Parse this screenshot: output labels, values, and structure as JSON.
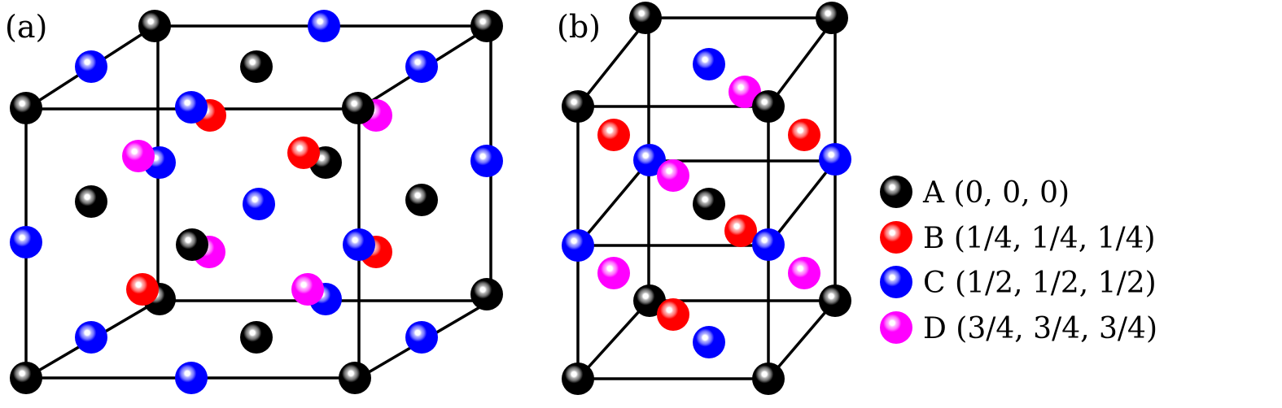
{
  "panels": [
    {
      "label": "(a)"
    },
    {
      "label": "(b)"
    }
  ],
  "legend": [
    {
      "text": "A (0, 0, 0)",
      "color": "#000000"
    },
    {
      "text": "B (1/4, 1/4, 1/4)",
      "color": "#ff0000"
    },
    {
      "text": "C (1/2, 1/2, 1/2)",
      "color": "#0000ff"
    },
    {
      "text": "D (3/4, 3/4, 3/4)",
      "color": "#ff00ff"
    }
  ]
}
